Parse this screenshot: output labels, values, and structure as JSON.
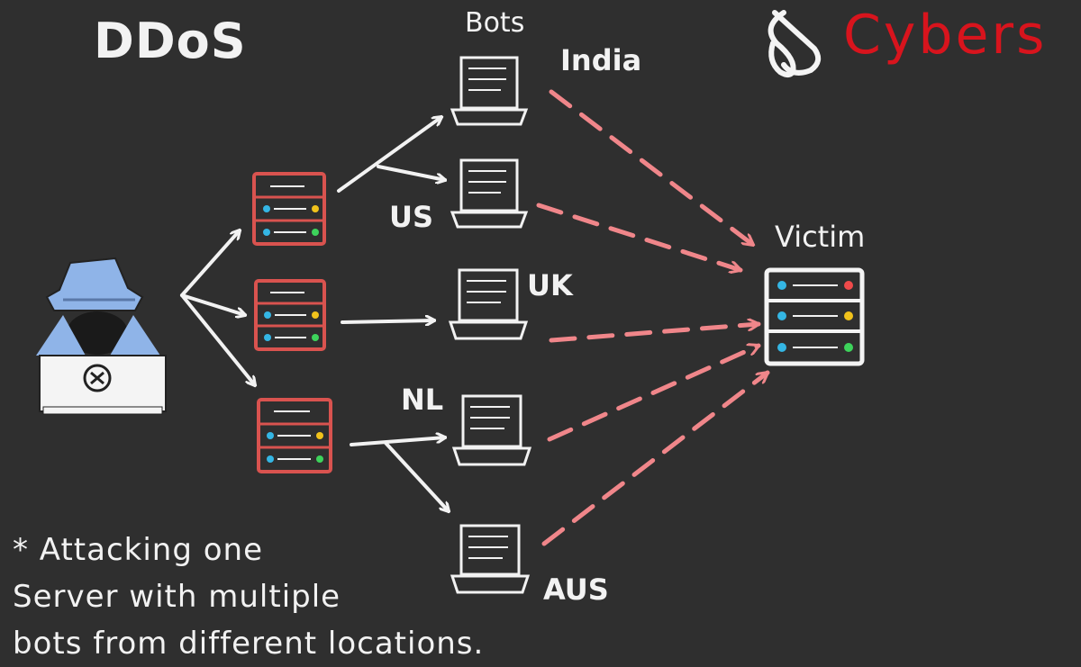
{
  "diagram": {
    "title": "DDoS",
    "bots_heading": "Bots",
    "victim_label": "Victim",
    "bot_labels": [
      "India",
      "US",
      "UK",
      "NL",
      "AUS"
    ],
    "note_lines": [
      "* Attacking one",
      "Server with multiple",
      "bots from different locations."
    ],
    "brand": "Cybers"
  },
  "colors": {
    "background": "#2f2f2f",
    "server_outline": "#d9534f",
    "attack_arrow": "#f0868a",
    "hacker": "#8fb4e8",
    "brand": "#d8141d",
    "led_blue": "#34b6e4",
    "led_yellow": "#f1c21b",
    "led_green": "#3dd35b",
    "led_red": "#f04a4a"
  },
  "icons": [
    "hacker-icon",
    "server-icon",
    "laptop-icon",
    "victim-server-icon",
    "brand-logo-icon"
  ]
}
